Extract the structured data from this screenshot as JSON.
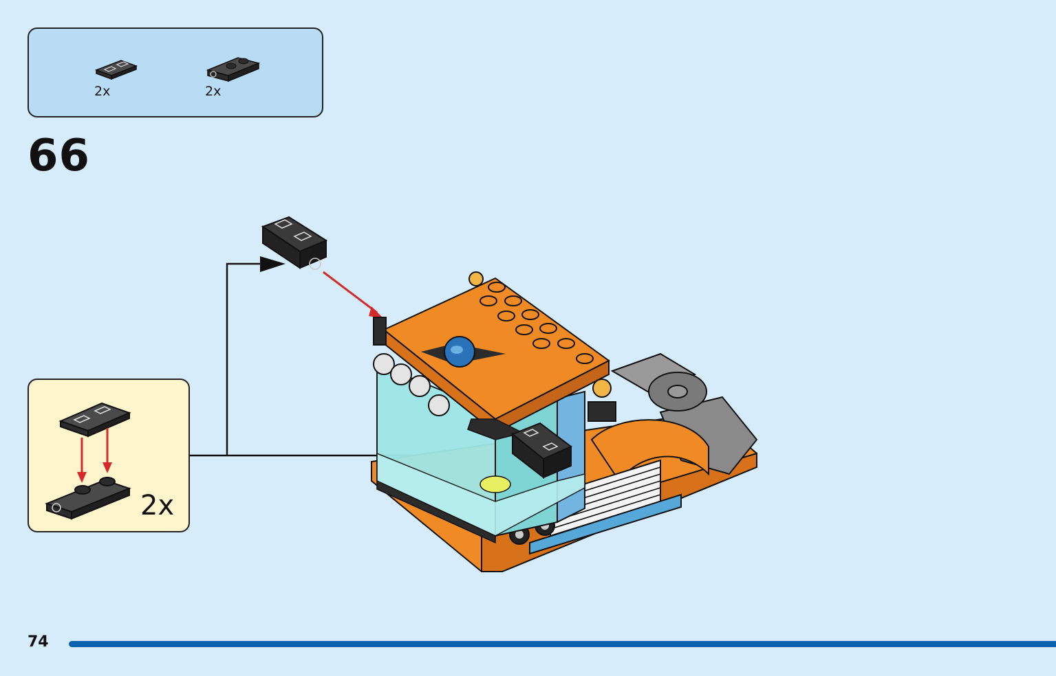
{
  "parts_list": {
    "items": [
      {
        "name": "plate-1x2-with-tile",
        "quantity": "2x"
      },
      {
        "name": "hinge-plate-1x2",
        "quantity": "2x"
      }
    ]
  },
  "step": {
    "number": "66"
  },
  "subassembly": {
    "quantity": "2x"
  },
  "page": {
    "number": "74"
  },
  "colors": {
    "background": "#d6ecfa",
    "parts_box": "#b9dcf5",
    "subassembly_box": "#fff5cc",
    "brick_orange": "#f08a24",
    "brick_black": "#2b2b2b",
    "arrow_red": "#d42a2a",
    "page_bar": "#0a61ad"
  }
}
